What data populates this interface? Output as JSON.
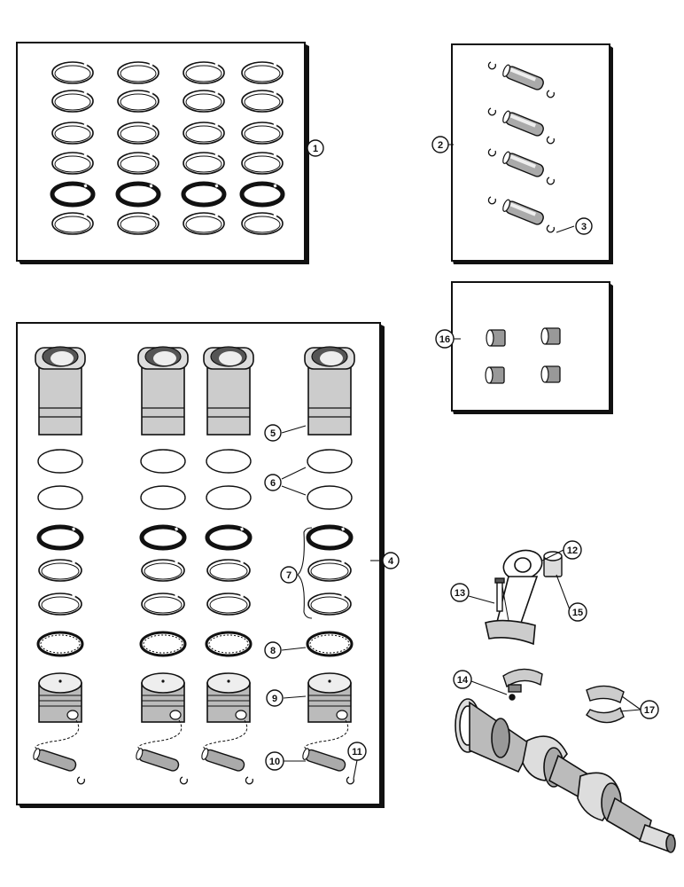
{
  "diagram": {
    "ink_color": "#111111",
    "paper_color": "#ffffff",
    "callouts": [
      {
        "id": "c1",
        "label": "1"
      },
      {
        "id": "c2",
        "label": "2"
      },
      {
        "id": "c3",
        "label": "3"
      },
      {
        "id": "c4",
        "label": "4"
      },
      {
        "id": "c5",
        "label": "5"
      },
      {
        "id": "c6",
        "label": "6"
      },
      {
        "id": "c7",
        "label": "7"
      },
      {
        "id": "c8",
        "label": "8"
      },
      {
        "id": "c9",
        "label": "9"
      },
      {
        "id": "c10",
        "label": "10"
      },
      {
        "id": "c11",
        "label": "11"
      },
      {
        "id": "c12",
        "label": "12"
      },
      {
        "id": "c13",
        "label": "13"
      },
      {
        "id": "c14",
        "label": "14"
      },
      {
        "id": "c15",
        "label": "15"
      },
      {
        "id": "c16",
        "label": "16"
      },
      {
        "id": "c17",
        "label": "17"
      }
    ]
  }
}
